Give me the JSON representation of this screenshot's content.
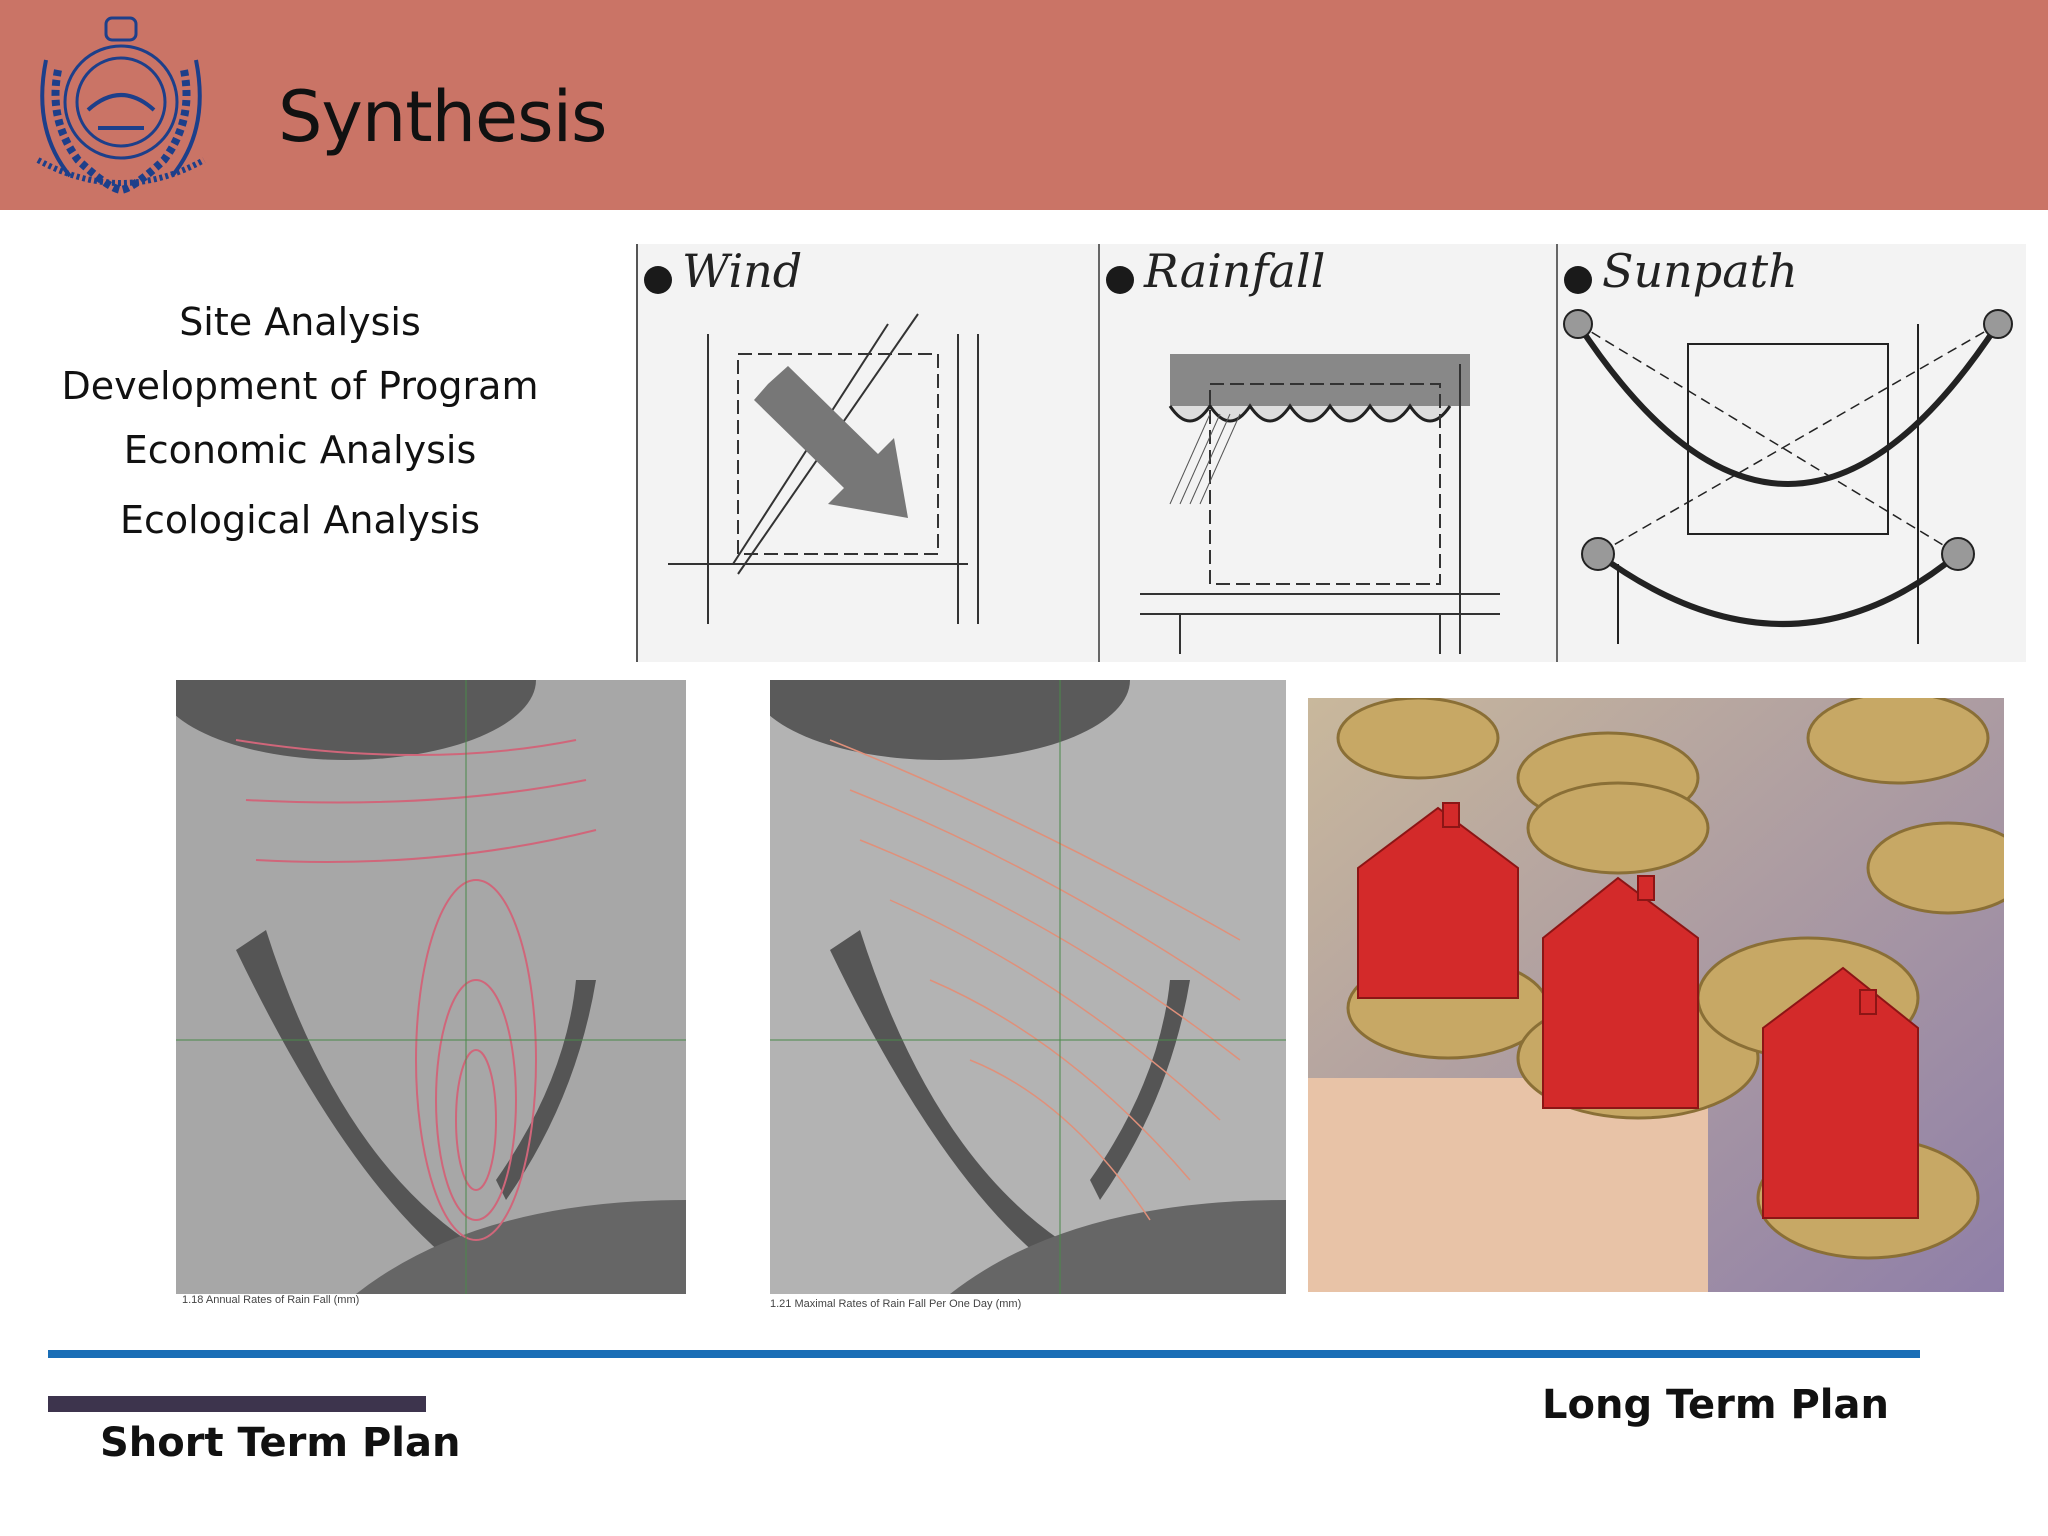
{
  "header": {
    "title": "Synthesis",
    "background": "#ca7466"
  },
  "topics": [
    "Site Analysis",
    "Development of Program",
    "Economic Analysis",
    "Ecological Analysis"
  ],
  "sketches": {
    "panels": [
      {
        "label": "Wind"
      },
      {
        "label": "Rainfall"
      },
      {
        "label": "Sunpath"
      }
    ]
  },
  "maps": [
    {
      "caption": "1.18 Annual Rates of Rain Fall (mm)"
    },
    {
      "caption": "1.21 Maximal Rates of Rain Fall Per One Day (mm)"
    }
  ],
  "photo": {
    "icon": "house-models-on-coins"
  },
  "footer": {
    "short_term": "Short Term Plan",
    "long_term": "Long Term Plan",
    "line_color": "#1a6eb6"
  }
}
